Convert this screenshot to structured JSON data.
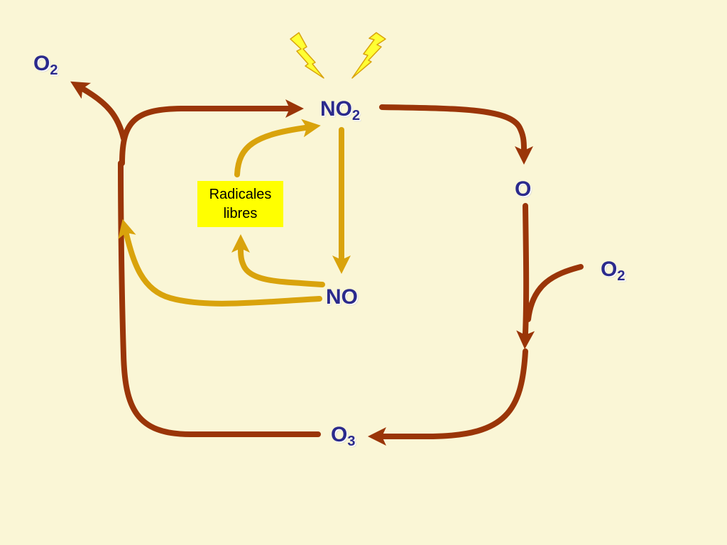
{
  "colors": {
    "background": "#faf6d6",
    "reaction_arrow": "#9a3508",
    "radical_arrow": "#d9a30c",
    "label_text": "#2b2a8c",
    "box_fill": "#ffff00",
    "lightning_fill": "#ffff33",
    "lightning_stroke": "#d9a30c"
  },
  "labels": {
    "no2": {
      "main": "NO",
      "sub": "2"
    },
    "o_atom": {
      "main": "O"
    },
    "o2_right": {
      "main": "O",
      "sub": "2"
    },
    "o3": {
      "main": "O",
      "sub": "3"
    },
    "no": {
      "main": "NO"
    },
    "o2_left": {
      "main": "O",
      "sub": "2"
    }
  },
  "box": {
    "text": "Radicales libres"
  },
  "icons": {
    "lightning_left": "lightning-bolt-icon",
    "lightning_right": "lightning-bolt-icon"
  }
}
